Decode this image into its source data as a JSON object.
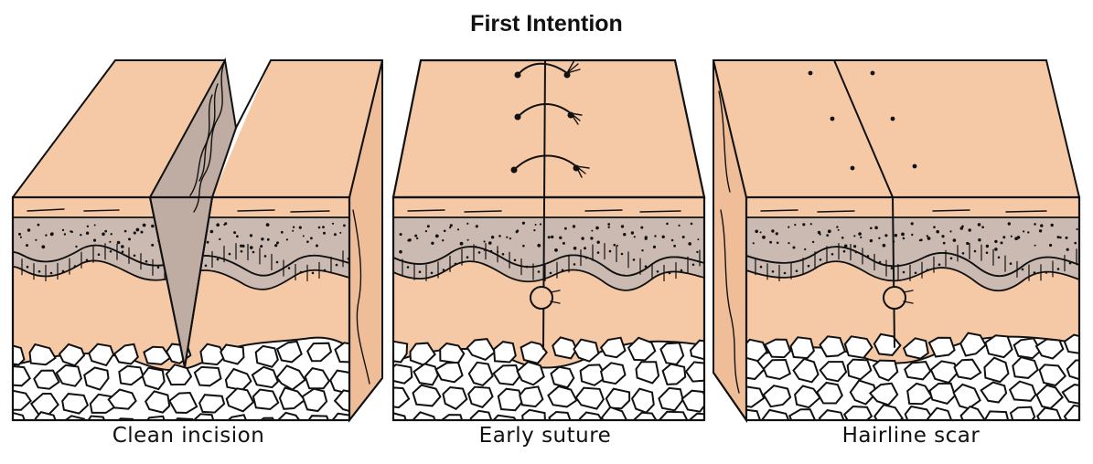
{
  "title": "First Intention",
  "panels": [
    {
      "caption": "Clean incision"
    },
    {
      "caption": "Early suture"
    },
    {
      "caption": "Hairline scar"
    }
  ],
  "colors": {
    "skin": "#f5c9a6",
    "skin_side": "#efbe98",
    "dermis_band": "#cbbab1",
    "dermis_side": "#bfaca2",
    "fat_cells": "#ffffff",
    "ink": "#111111",
    "background": "#ffffff"
  }
}
